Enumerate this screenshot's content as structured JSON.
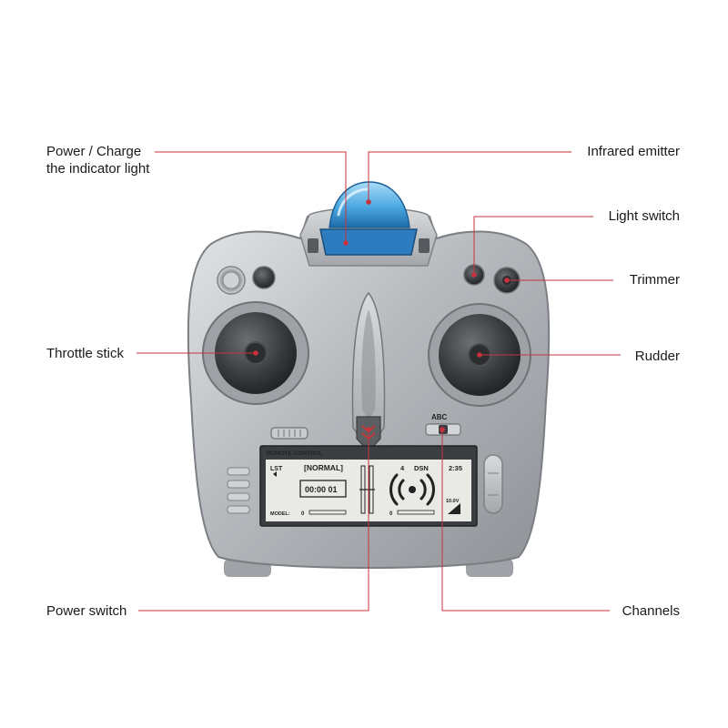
{
  "colors": {
    "leader_line": "#c8323c",
    "leader_dot": "#c8323c",
    "body_silver": "#b9bcc0",
    "visor_blue": "#4aa8e0",
    "lcd_bg": "#e9e9e5"
  },
  "callouts": {
    "power_charge": {
      "line1": "Power / Charge",
      "line2": "the indicator light"
    },
    "infrared_emitter": "Infrared emitter",
    "light_switch": "Light switch",
    "trimmer": "Trimmer",
    "throttle_stick": "Throttle stick",
    "rudder": "Rudder",
    "power_switch": "Power switch",
    "channels": "Channels"
  },
  "device": {
    "panel_label": "REMOTE CONTROL",
    "switch_label": "ABC",
    "lcd": {
      "list_tag": "LST",
      "mode": "[NORMAL]",
      "channel": "4",
      "dsn": "DSN",
      "clock": "2:35",
      "timer": "00:00 01",
      "voltage": "10.0V",
      "model_label": "MODEL:",
      "left_zero": "0",
      "right_zero": "0"
    }
  }
}
